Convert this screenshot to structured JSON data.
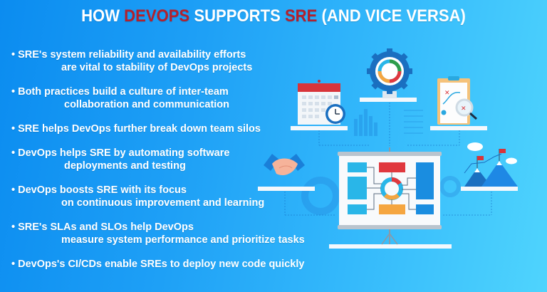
{
  "title": {
    "prefix": "HOW ",
    "highlight1": "DEVOPS",
    "middle": " SUPPORTS ",
    "highlight2": "SRE",
    "suffix": " (AND VICE VERSA)",
    "highlight_color": "#b3202c"
  },
  "bullets": [
    {
      "line1": "• SRE's system reliability and availability efforts",
      "line2": "are vital to stability of DevOps projects"
    },
    {
      "line1": "• Both practices build a culture of inter-team",
      "line2": "collaboration and communication"
    },
    {
      "line1": "• SRE helps DevOps further break down team silos",
      "line2": ""
    },
    {
      "line1": "• DevOps helps SRE by automating software",
      "line2": "deployments and testing"
    },
    {
      "line1": "• DevOps boosts SRE with its focus",
      "line2": "on continuous improvement and learning"
    },
    {
      "line1": "• SRE's SLAs and SLOs help DevOps",
      "line2": "measure system performance and prioritize tasks"
    },
    {
      "line1": "• DevOps's CI/CDs enable SREs to deploy new code quickly",
      "line2": ""
    }
  ],
  "illustration": {
    "icons": [
      "calendar-clock-icon",
      "gear-cycle-icon",
      "clipboard-magnifier-icon",
      "handshake-icon",
      "presentation-board-icon",
      "mountain-flags-icon"
    ],
    "colors": {
      "background_start": "#0b8cf0",
      "background_end": "#4fd4fd",
      "red": "#e0383e",
      "orange": "#f5a641",
      "cyan": "#29b6e8",
      "blue": "#1a8de0"
    }
  }
}
